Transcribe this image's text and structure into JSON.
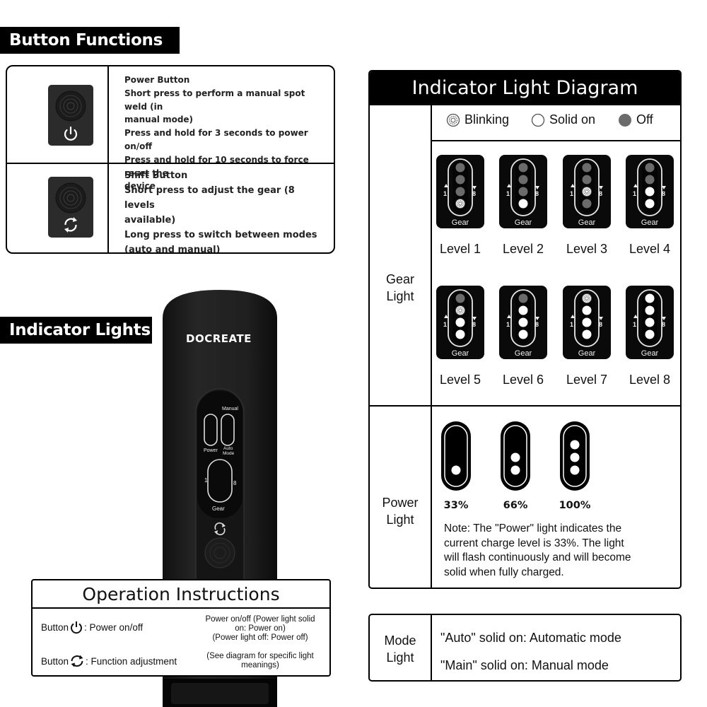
{
  "button_functions": {
    "heading": "Button Functions",
    "rows": [
      {
        "icon": "power-icon",
        "lines": [
          "Power Button",
          "Short press to perform a manual spot weld (in",
          "manual mode)",
          "Press and hold for 3 seconds to power on/off",
          "Press and hold for 10 seconds to force reset the",
          "device"
        ]
      },
      {
        "icon": "shift-icon",
        "lines": [
          "Shift Button",
          "Short press to adjust the gear (8 levels",
          "available)",
          "Long press to switch between modes",
          "(auto and manual)"
        ]
      }
    ]
  },
  "indicator_lights": {
    "heading": "Indicator Lights"
  },
  "device": {
    "brand": "DOCREATE",
    "labels": {
      "manual": "Manual",
      "power": "Power",
      "auto_mode": "Auto Mode",
      "auto": "Auto",
      "mode": "Mode",
      "gear": "Gear",
      "one": "1",
      "eight": "8"
    }
  },
  "operation_instructions": {
    "title": "Operation Instructions",
    "rows": [
      {
        "left_prefix": "Button",
        "left_suffix": ": Power on/off",
        "right": [
          "Power on/off (Power light solid",
          "on: Power on)",
          "(Power light off: Power off)"
        ]
      },
      {
        "left_prefix": "Button",
        "left_suffix": ": Function adjustment",
        "right": [
          "(See diagram for specific light",
          "meanings)"
        ]
      }
    ]
  },
  "indicator_diagram": {
    "title": "Indicator Light Diagram",
    "legend": {
      "blinking": "Blinking",
      "solid": "Solid on",
      "off": "Off"
    },
    "gear_light": {
      "label_line1": "Gear",
      "label_line2": "Light",
      "card_label": "Gear",
      "levels": [
        {
          "label": "Level 1",
          "states": [
            "off",
            "off",
            "off",
            "blink"
          ]
        },
        {
          "label": "Level 2",
          "states": [
            "off",
            "off",
            "off",
            "solid"
          ]
        },
        {
          "label": "Level 3",
          "states": [
            "off",
            "off",
            "blink",
            "off"
          ]
        },
        {
          "label": "Level 4",
          "states": [
            "off",
            "off",
            "solid",
            "solid"
          ]
        },
        {
          "label": "Level 5",
          "states": [
            "off",
            "blink",
            "solid",
            "solid"
          ]
        },
        {
          "label": "Level 6",
          "states": [
            "off",
            "solid",
            "solid",
            "solid"
          ]
        },
        {
          "label": "Level 7",
          "states": [
            "blink",
            "solid",
            "solid",
            "solid"
          ]
        },
        {
          "label": "Level 8",
          "states": [
            "solid",
            "solid",
            "solid",
            "solid"
          ]
        }
      ]
    },
    "power_light": {
      "label_line1": "Power",
      "label_line2": "Light",
      "levels": [
        {
          "label": "33%",
          "dots": 1
        },
        {
          "label": "66%",
          "dots": 2
        },
        {
          "label": "100%",
          "dots": 3
        }
      ],
      "note_lines": [
        "Note: The \"Power\" light indicates the",
        "current charge level is 33%. The light",
        "will flash continuously and will become",
        "solid when fully charged."
      ]
    }
  },
  "mode_light": {
    "label_line1": "Mode",
    "label_line2": "Light",
    "lines": [
      "\"Auto\" solid on: Automatic mode",
      "\"Main\" solid on: Manual mode"
    ]
  },
  "colors": {
    "accent": "#000000",
    "panel_dark": "#2b2b2b",
    "off_light": "#6b6b6b",
    "device_body": "#1e1e1e"
  }
}
